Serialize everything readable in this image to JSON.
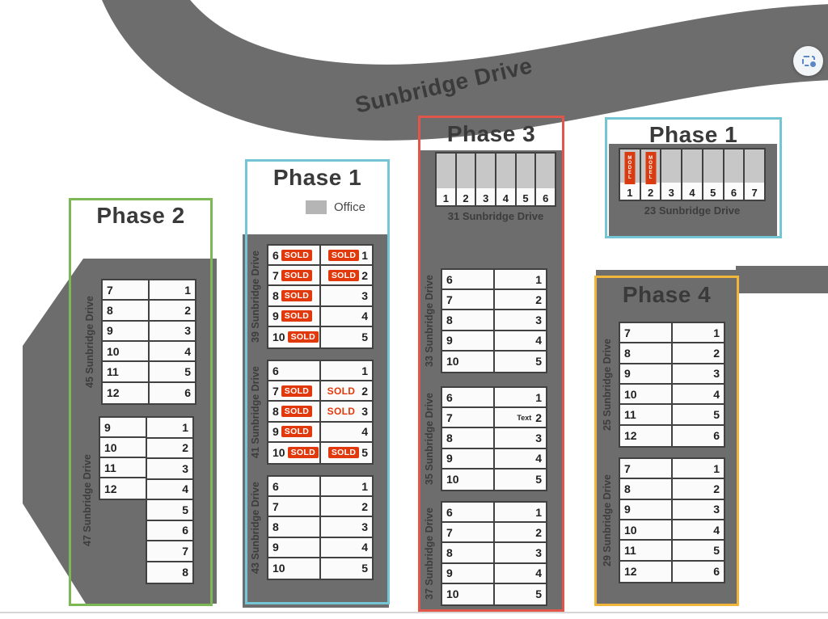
{
  "road": {
    "label": "Sunbridge Drive"
  },
  "legend": {
    "office": "Office"
  },
  "labels": {
    "sold": "SOLD",
    "model": "MODEL"
  },
  "colors": {
    "road_gray": "#6d6d6d",
    "sold_red": "#e1380c",
    "phase1_teal": "#74c6d4",
    "phase2_green": "#7cb854",
    "phase3_red": "#e0564b",
    "phase4_yellow": "#f1b53b"
  },
  "phases": [
    {
      "title": "Phase 2",
      "color": "#7cb854"
    },
    {
      "title": "Phase 1",
      "color": "#74c6d4"
    },
    {
      "title": "Phase 3",
      "color": "#e0564b"
    },
    {
      "title": "Phase 1",
      "color": "#74c6d4"
    },
    {
      "title": "Phase 4",
      "color": "#f1b53b"
    }
  ],
  "buildings": {
    "b45": {
      "street": "45 Sunbridge Drive",
      "left": [
        {
          "n": 7
        },
        {
          "n": 8
        },
        {
          "n": 9
        },
        {
          "n": 10
        },
        {
          "n": 11
        },
        {
          "n": 12
        }
      ],
      "right": [
        {
          "n": 1
        },
        {
          "n": 2
        },
        {
          "n": 3
        },
        {
          "n": 4
        },
        {
          "n": 5
        },
        {
          "n": 6
        }
      ]
    },
    "b47": {
      "street": "47 Sunbridge Drive",
      "left": [
        {
          "n": 9
        },
        {
          "n": 10
        },
        {
          "n": 11
        },
        {
          "n": 12
        }
      ],
      "right": [
        {
          "n": 1
        },
        {
          "n": 2
        },
        {
          "n": 3
        },
        {
          "n": 4
        },
        {
          "n": 5
        },
        {
          "n": 6
        },
        {
          "n": 7
        },
        {
          "n": 8
        }
      ]
    },
    "b39": {
      "street": "39 Sunbridge Drive",
      "left": [
        {
          "n": 6,
          "sold": "badge"
        },
        {
          "n": 7,
          "sold": "badge"
        },
        {
          "n": 8,
          "sold": "badge"
        },
        {
          "n": 9,
          "sold": "badge"
        },
        {
          "n": 10,
          "sold": "badge"
        }
      ],
      "right": [
        {
          "n": 1,
          "sold": "badge"
        },
        {
          "n": 2,
          "sold": "badge"
        },
        {
          "n": 3
        },
        {
          "n": 4
        },
        {
          "n": 5
        }
      ]
    },
    "b41": {
      "street": "41 Sunbridge Drive",
      "left": [
        {
          "n": 6
        },
        {
          "n": 7,
          "sold": "badge"
        },
        {
          "n": 8,
          "sold": "badge"
        },
        {
          "n": 9,
          "sold": "badge"
        },
        {
          "n": 10,
          "sold": "badge"
        }
      ],
      "right": [
        {
          "n": 1
        },
        {
          "n": 2,
          "sold": "text"
        },
        {
          "n": 3,
          "sold": "text"
        },
        {
          "n": 4
        },
        {
          "n": 5,
          "sold": "badge"
        }
      ]
    },
    "b43": {
      "street": "43 Sunbridge Drive",
      "left": [
        {
          "n": 6
        },
        {
          "n": 7
        },
        {
          "n": 8
        },
        {
          "n": 9
        },
        {
          "n": 10
        }
      ],
      "right": [
        {
          "n": 1
        },
        {
          "n": 2
        },
        {
          "n": 3
        },
        {
          "n": 4
        },
        {
          "n": 5
        }
      ]
    },
    "b31": {
      "street": "31 Sunbridge Drive",
      "units": [
        {
          "n": 1
        },
        {
          "n": 2
        },
        {
          "n": 3
        },
        {
          "n": 4
        },
        {
          "n": 5
        },
        {
          "n": 6
        }
      ]
    },
    "b33": {
      "street": "33 Sunbridge Drive",
      "left": [
        {
          "n": 6
        },
        {
          "n": 7
        },
        {
          "n": 8
        },
        {
          "n": 9
        },
        {
          "n": 10
        }
      ],
      "right": [
        {
          "n": 1
        },
        {
          "n": 2
        },
        {
          "n": 3
        },
        {
          "n": 4
        },
        {
          "n": 5
        }
      ]
    },
    "b35": {
      "street": "35 Sunbridge Drive",
      "left": [
        {
          "n": 6
        },
        {
          "n": 7
        },
        {
          "n": 8
        },
        {
          "n": 9
        },
        {
          "n": 10
        }
      ],
      "right": [
        {
          "n": 1
        },
        {
          "n": 2,
          "tag": "Text"
        },
        {
          "n": 3
        },
        {
          "n": 4
        },
        {
          "n": 5
        }
      ]
    },
    "b37": {
      "street": "37 Sunbridge Drive",
      "left": [
        {
          "n": 6
        },
        {
          "n": 7
        },
        {
          "n": 8
        },
        {
          "n": 9
        },
        {
          "n": 10
        }
      ],
      "right": [
        {
          "n": 1
        },
        {
          "n": 2
        },
        {
          "n": 3
        },
        {
          "n": 4
        },
        {
          "n": 5
        }
      ]
    },
    "b23": {
      "street": "23 Sunbridge Drive",
      "units": [
        {
          "n": 1,
          "model": true
        },
        {
          "n": 2,
          "model": true
        },
        {
          "n": 3
        },
        {
          "n": 4
        },
        {
          "n": 5
        },
        {
          "n": 6
        },
        {
          "n": 7
        }
      ]
    },
    "b25": {
      "street": "25 Sunbridge Drive",
      "left": [
        {
          "n": 7
        },
        {
          "n": 8
        },
        {
          "n": 9
        },
        {
          "n": 10
        },
        {
          "n": 11
        },
        {
          "n": 12
        }
      ],
      "right": [
        {
          "n": 1
        },
        {
          "n": 2
        },
        {
          "n": 3
        },
        {
          "n": 4
        },
        {
          "n": 5
        },
        {
          "n": 6
        }
      ]
    },
    "b29": {
      "street": "29 Sunbridge Drive",
      "left": [
        {
          "n": 7
        },
        {
          "n": 8
        },
        {
          "n": 9
        },
        {
          "n": 10
        },
        {
          "n": 11
        },
        {
          "n": 12
        }
      ],
      "right": [
        {
          "n": 1
        },
        {
          "n": 2
        },
        {
          "n": 3
        },
        {
          "n": 4
        },
        {
          "n": 5
        },
        {
          "n": 6
        }
      ]
    }
  }
}
